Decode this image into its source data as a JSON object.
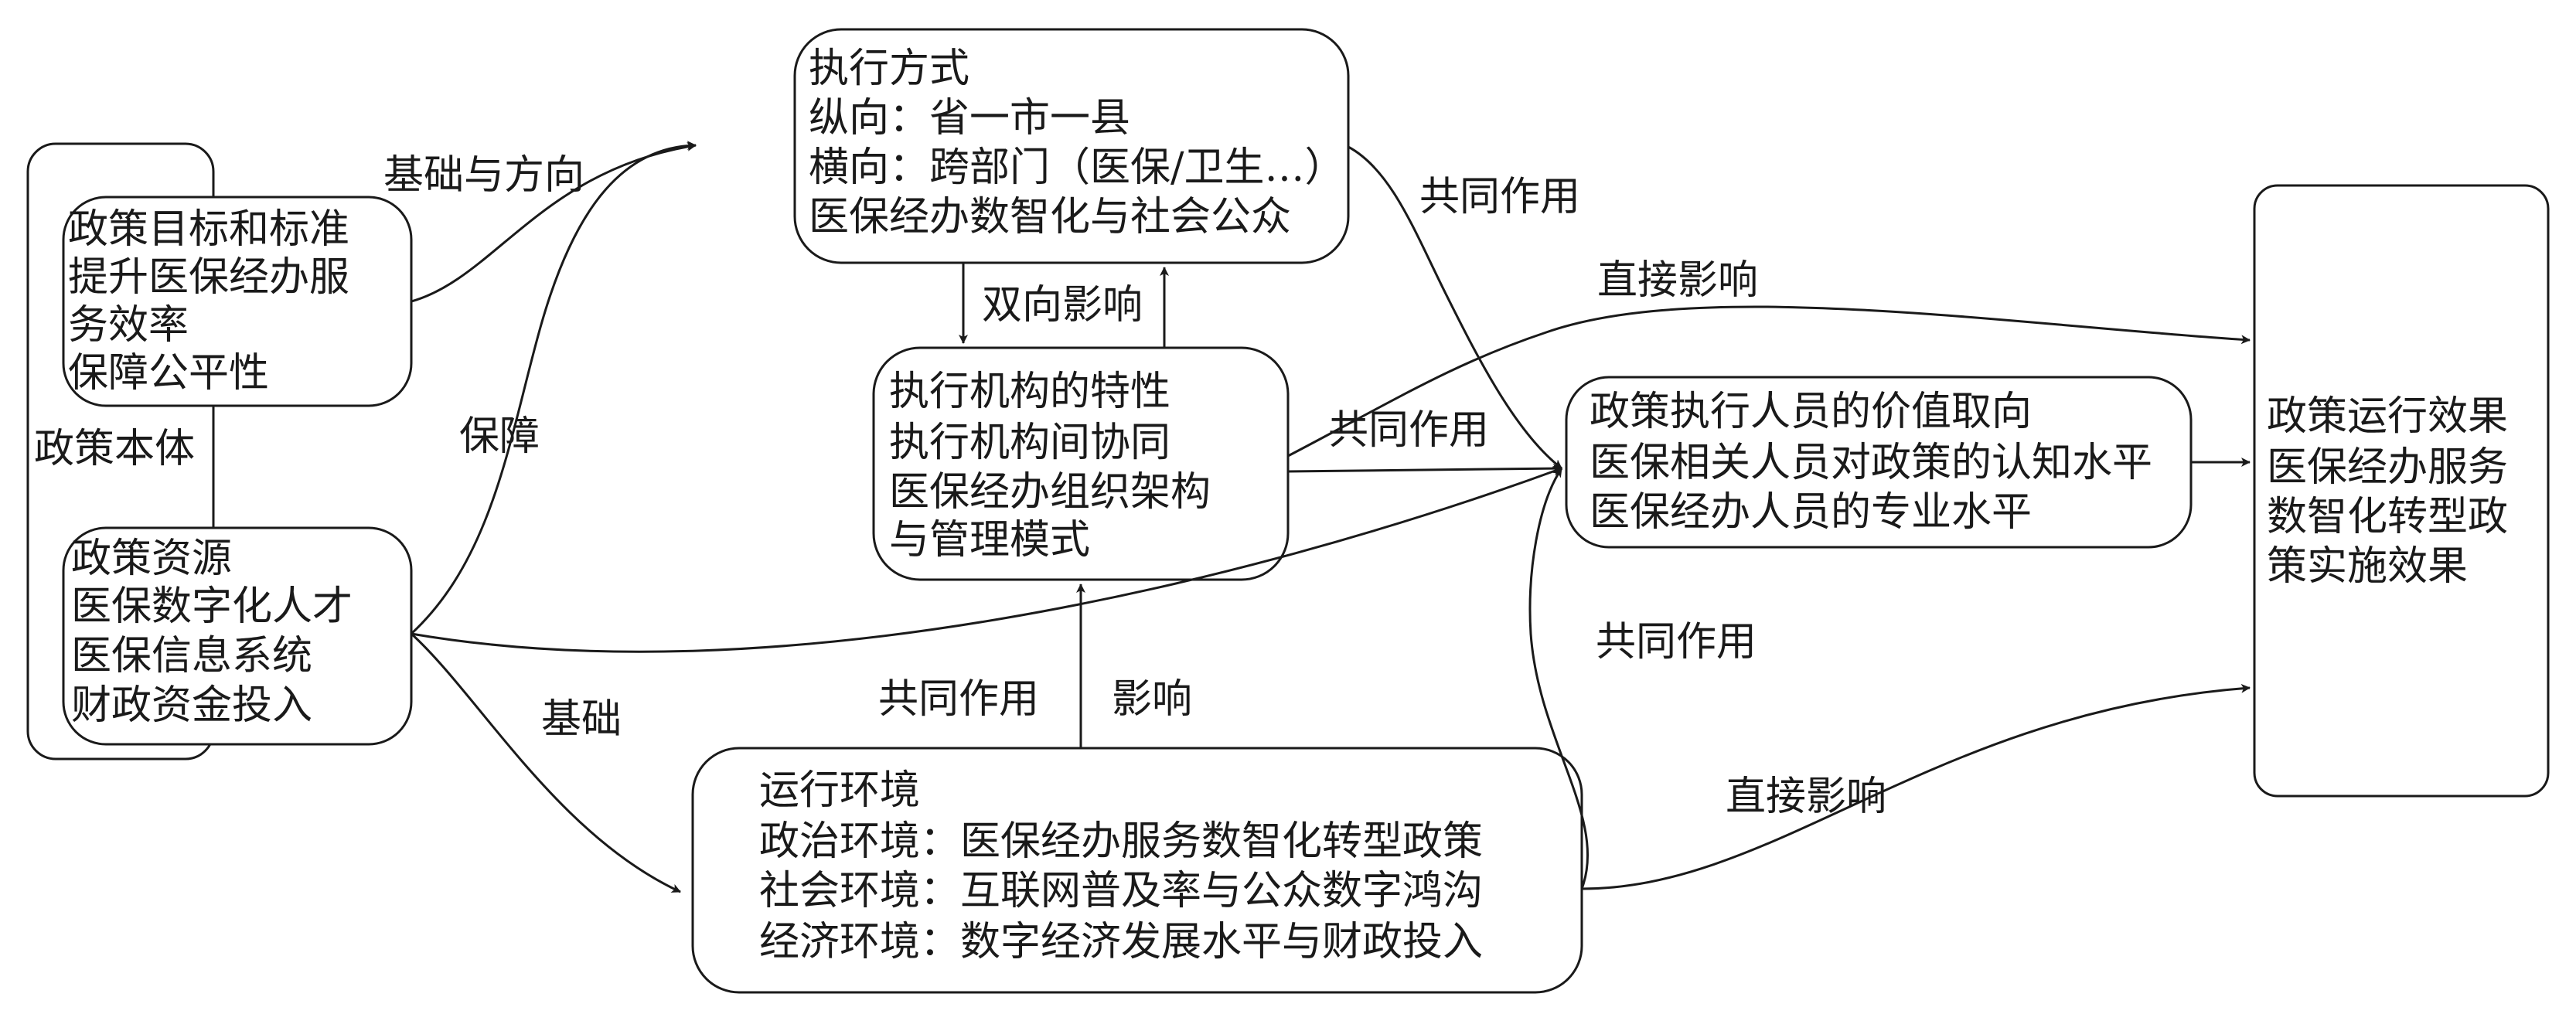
{
  "nodes": {
    "policy_body": {
      "label": "政策本体"
    },
    "policy_goals": {
      "lines": [
        "政策目标和标准",
        "提升医保经办服",
        "务效率",
        "保障公平性"
      ]
    },
    "policy_resources": {
      "lines": [
        "政策资源",
        "医保数字化人才",
        "医保信息系统",
        "财政资金投入"
      ]
    },
    "execution_mode": {
      "lines": [
        "执行方式",
        "纵向：省一市一县",
        "横向：跨部门（医保/卫生…）",
        "医保经办数智化与社会公众"
      ]
    },
    "agency_traits": {
      "lines": [
        "执行机构的特性",
        "执行机构间协同",
        "医保经办组织架构",
        "与管理模式"
      ]
    },
    "operating_env": {
      "lines": [
        "运行环境",
        "政治环境：医保经办服务数智化转型政策",
        "社会环境：互联网普及率与公众数字鸿沟",
        "经济环境：数字经济发展水平与财政投入"
      ]
    },
    "staff_values": {
      "lines": [
        "政策执行人员的价值取向",
        "医保相关人员对政策的认知水平",
        "医保经办人员的专业水平"
      ]
    },
    "policy_effect": {
      "lines": [
        "政策运行效果",
        "医保经办服务",
        "数智化转型政",
        "策实施效果"
      ]
    }
  },
  "edge_labels": {
    "basis_direction": "基础与方向",
    "guarantee": "保障",
    "basis": "基础",
    "bidirectional": "双向影响",
    "joint_top": "共同作用",
    "joint_mid": "共同作用",
    "joint_low": "共同作用",
    "joint_env": "共同作用",
    "influence": "影响",
    "direct_top": "直接影响",
    "direct_bottom": "直接影响"
  },
  "colors": {
    "stroke": "#1a1a1a",
    "background": "#ffffff"
  }
}
